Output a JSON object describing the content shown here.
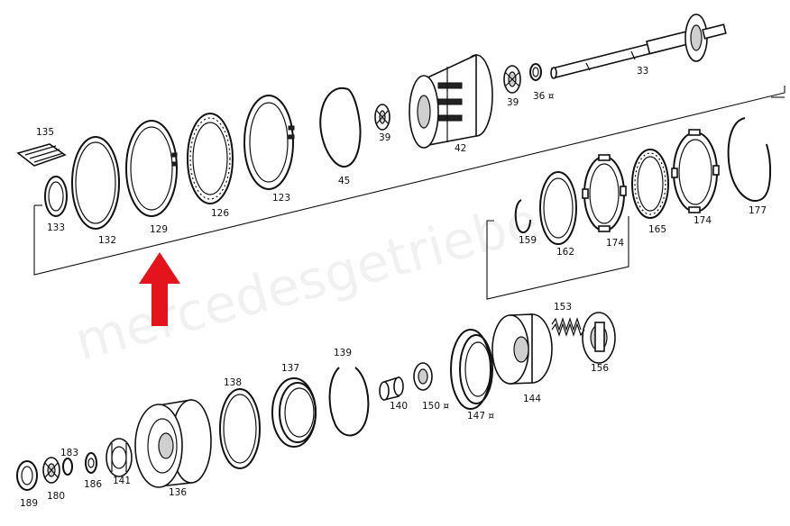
{
  "watermark": "mercedesgetriebe",
  "arrow_color": "#e3141b",
  "labels": {
    "p33": "33",
    "p36": "36 ¤",
    "p39a": "39",
    "p39b": "39",
    "p42": "42",
    "p45": "45",
    "p123": "123",
    "p126": "126",
    "p129": "129",
    "p132": "132",
    "p133": "133",
    "p135": "135",
    "p177": "177",
    "p174a": "174",
    "p174b": "174",
    "p165": "165",
    "p162": "162",
    "p159": "159",
    "p153": "153",
    "p156": "156",
    "p144": "144",
    "p147": "147 ¤",
    "p150": "150 ¤",
    "p140": "140",
    "p139": "139",
    "p137": "137",
    "p138": "138",
    "p136": "136",
    "p141": "141",
    "p183": "183",
    "p186": "186",
    "p180": "180",
    "p189": "189"
  }
}
